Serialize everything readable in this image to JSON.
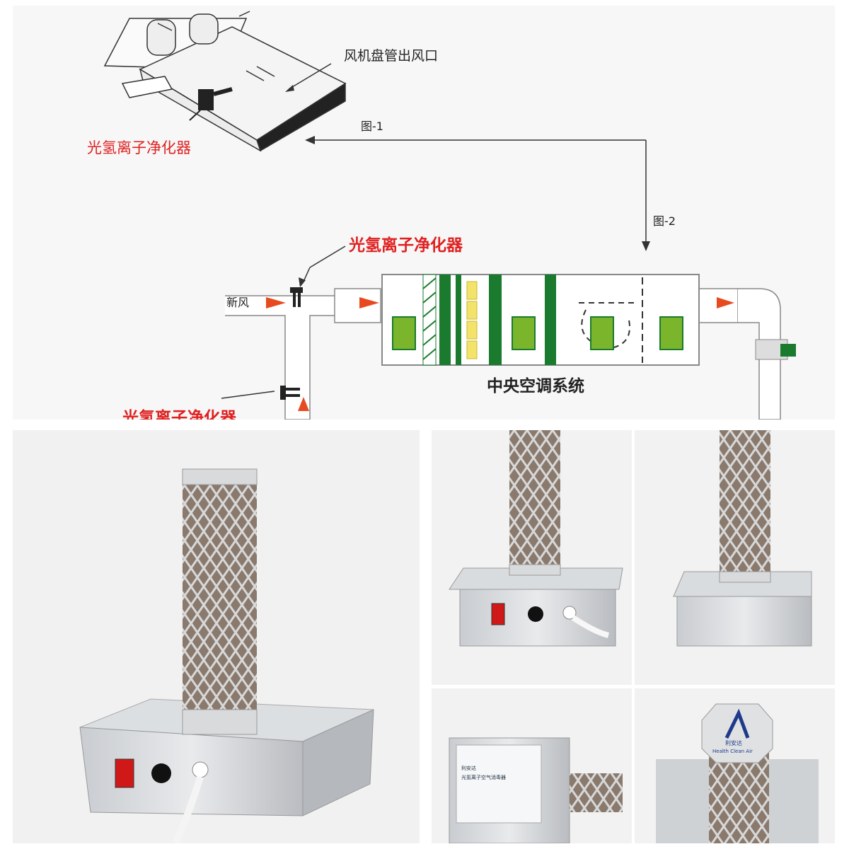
{
  "diagram": {
    "fan_coil_outlet_label": "风机盘管出风口",
    "figure_1_label": "图-1",
    "figure_2_label": "图-2",
    "purifier_label": "光氢离子净化器",
    "fresh_air_label": "新风",
    "central_ac_label": "中央空调系统"
  },
  "product": {
    "brand_text": "利安达",
    "brand_english": "Health Clean Air",
    "label_title": "光氢离子空气消毒器"
  },
  "colors": {
    "label_red": "#e02020",
    "coil_green": "#1a7a2e",
    "filter_green": "#7ab52b",
    "filter_yellow": "#f4e36a",
    "arrow_red": "#e84a1f"
  }
}
